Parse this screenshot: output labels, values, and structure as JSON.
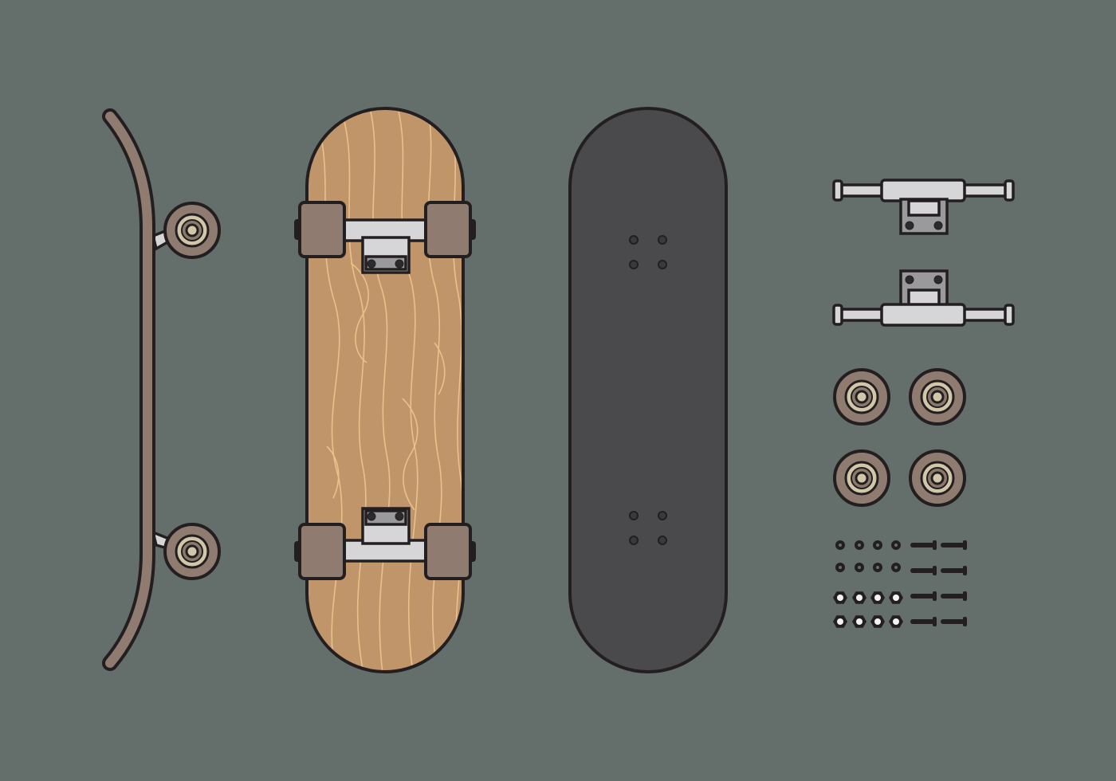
{
  "colors": {
    "background": "#646e6b",
    "outline": "#231f20",
    "wood": "#c0956a",
    "wood_grain": "#e8c18c",
    "grip_tape": "#4a4a4c",
    "deck_side": "#8f7b70",
    "wheel": "#8f7b70",
    "wheel_ring": "#d2c6a8",
    "wheel_hub": "#8a7a6d",
    "truck_metal": "#d6d6d8",
    "truck_baseplate": "#9a9a9c",
    "hole": "#2b2b2d"
  },
  "icons": {
    "side_view": "skateboard-side-icon",
    "bottom_view": "skateboard-bottom-icon",
    "top_view": "skateboard-top-icon",
    "truck": "truck-icon",
    "wheel": "wheel-icon",
    "bolt": "bolt-icon",
    "nut": "nut-icon",
    "washer": "washer-icon"
  },
  "parts": {
    "trucks": 2,
    "wheels": 4,
    "washers": 8,
    "nuts": 8,
    "bolts": 8
  }
}
